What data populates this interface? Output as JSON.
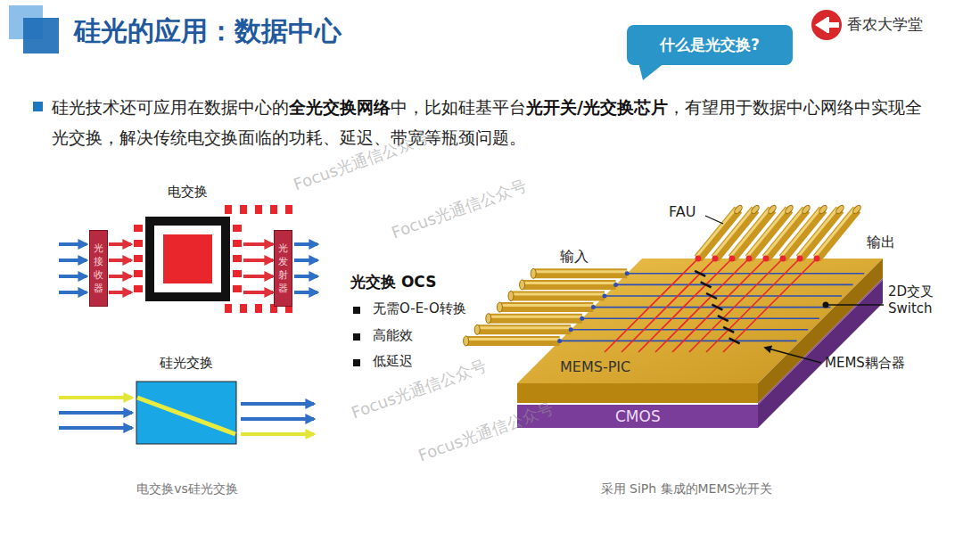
{
  "diagram": {
    "title": "硅光的应用：数据中心",
    "nodes": [
      {
        "text": [
          "什么是光交换?"
        ]
      },
      {
        "text": [
          "电交换"
        ]
      },
      {
        "text": [
          "光接收器"
        ]
      },
      {
        "text": [
          "光发射器"
        ]
      },
      {
        "text": [
          "硅光交换"
        ]
      },
      {
        "text": [
          "MEMS-PIC"
        ]
      },
      {
        "text": [
          "CMOS"
        ]
      }
    ],
    "edges": [
      {
        "from": 2,
        "to": 1,
        "arrow": "to"
      },
      {
        "from": 1,
        "to": 3,
        "arrow": "to"
      }
    ],
    "labels": [
      "香农大学堂",
      "硅光技术还可应用在数据中心的",
      "全光交换网络",
      "中，比如硅基平台",
      "光开关/光交换芯片",
      "，有望用于数据中心网络中实现全光交换，解决传统电交换面临的功耗、延迟、带宽等瓶颈问题。",
      "光交换 OCS",
      "无需O-E-O转换",
      "高能效",
      "低延迟",
      "FAU",
      "输入",
      "输出",
      "2D交叉 Switch",
      "MEMS耦合器",
      "电交换vs硅光交换",
      "采用 SiPh 集成的MEMS光开关",
      "Focus光通信公众号",
      "Focus光通信公众号",
      "Focus光通信公众号",
      "Focus光通信公众号"
    ]
  }
}
